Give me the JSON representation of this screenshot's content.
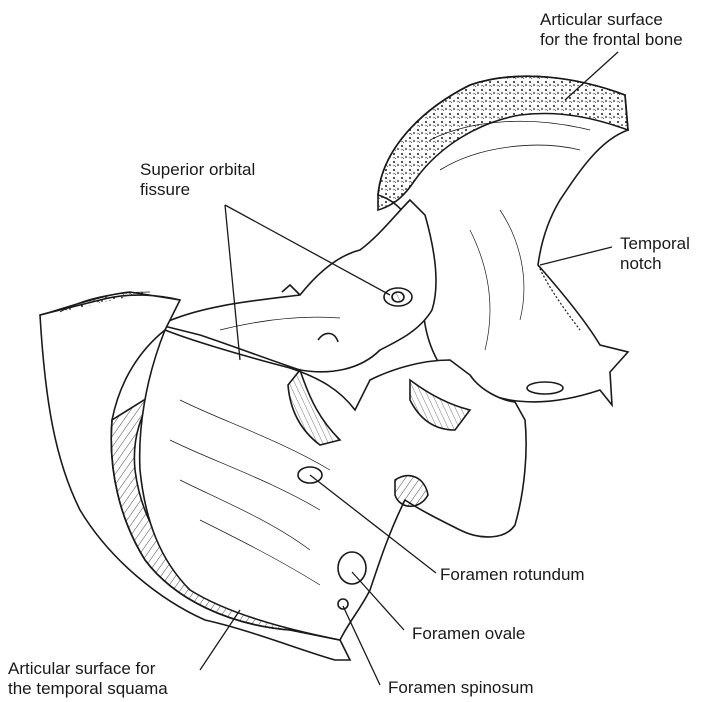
{
  "figure": {
    "labels": {
      "frontal": {
        "line1": "Articular surface",
        "line2": "for the frontal bone"
      },
      "orbital": {
        "line1": "Superior orbital",
        "line2": "fissure"
      },
      "temporal_notch": {
        "line1": "Temporal",
        "line2": "notch"
      },
      "rotundum": {
        "line1": "Foramen rotundum"
      },
      "ovale": {
        "line1": "Foramen ovale"
      },
      "spinosum": {
        "line1": "Foramen spinosum"
      },
      "squama": {
        "line1": "Articular surface for",
        "line2": "the temporal squama"
      }
    },
    "colors": {
      "ink": "#1a1a1a",
      "paper": "#ffffff"
    }
  }
}
